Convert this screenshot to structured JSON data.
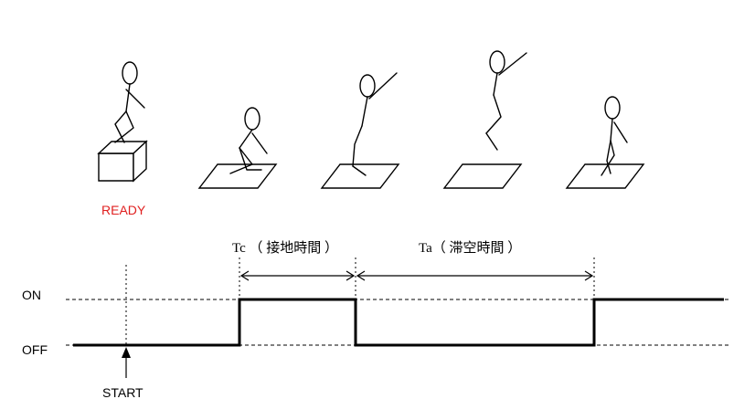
{
  "labels": {
    "ready": "READY",
    "on": "ON",
    "off": "OFF",
    "start": "START",
    "tc": "Tc （ 接地時間 ）",
    "ta": "Ta（ 滞空時間 ）"
  },
  "colors": {
    "ready": "#e02020",
    "line": "#000000"
  }
}
